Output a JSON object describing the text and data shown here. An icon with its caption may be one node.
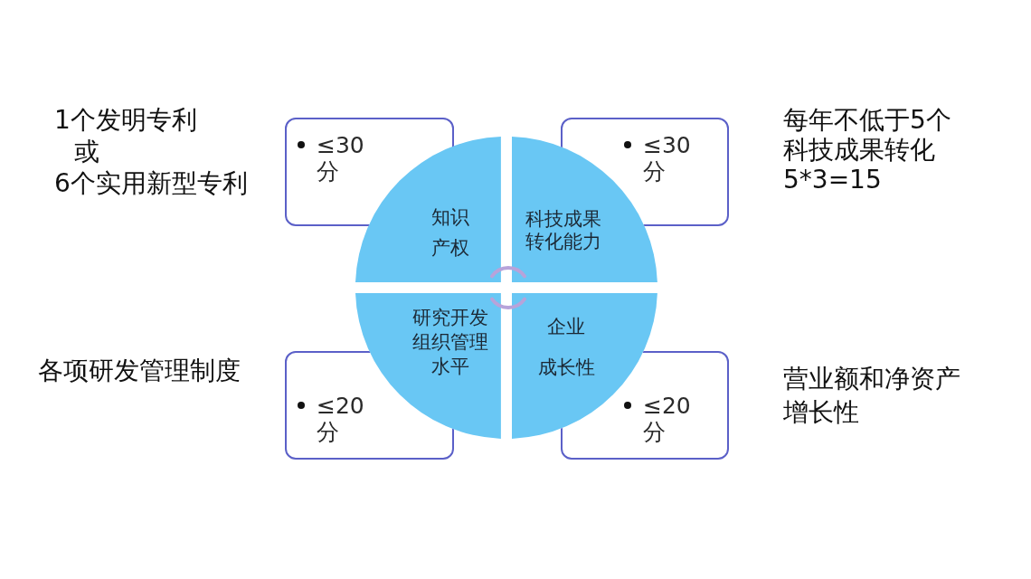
{
  "diagram": {
    "nodes": [
      {
        "text": [
          "≤30分"
        ]
      },
      {
        "text": [
          "≤30分"
        ]
      },
      {
        "text": [
          "知识产权"
        ]
      },
      {
        "text": [
          "科技成果转化能力"
        ]
      },
      {
        "text": [
          "研究开发组织管理水平"
        ]
      },
      {
        "text": [
          "企业成长性"
        ]
      },
      {
        "text": [
          "≤20分"
        ]
      },
      {
        "text": [
          "≤20分"
        ]
      }
    ],
    "labels": [
      "1个发明专利或6个实用新型专利",
      "每年不低于5个科技成果转化5*3=15",
      "各项研发管理制度",
      "营业额和净资产增长性"
    ]
  }
}
